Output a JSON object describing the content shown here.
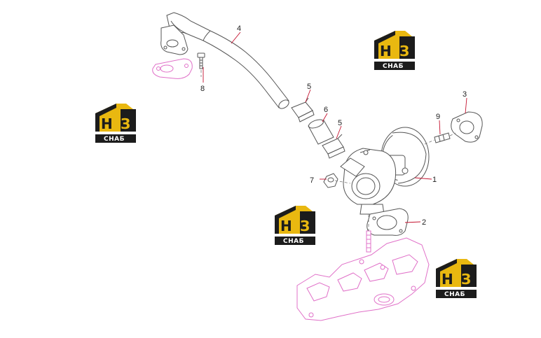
{
  "diagram": {
    "callouts": [
      {
        "id": "c1",
        "label": "1"
      },
      {
        "id": "c2",
        "label": "2"
      },
      {
        "id": "c3",
        "label": "3"
      },
      {
        "id": "c4",
        "label": "4"
      },
      {
        "id": "c5a",
        "label": "5"
      },
      {
        "id": "c5b",
        "label": "5"
      },
      {
        "id": "c6",
        "label": "6"
      },
      {
        "id": "c7",
        "label": "7"
      },
      {
        "id": "c8",
        "label": "8"
      },
      {
        "id": "c9",
        "label": "9"
      }
    ],
    "watermark": {
      "letter_left": "Н",
      "letter_right": "З",
      "bottom_text": "СНАБ"
    },
    "colors": {
      "leader": "#c4122f",
      "outline": "#666666",
      "pink": "#e070c8",
      "logo_yellow": "#e9b810",
      "logo_black": "#1c1c1c"
    }
  }
}
